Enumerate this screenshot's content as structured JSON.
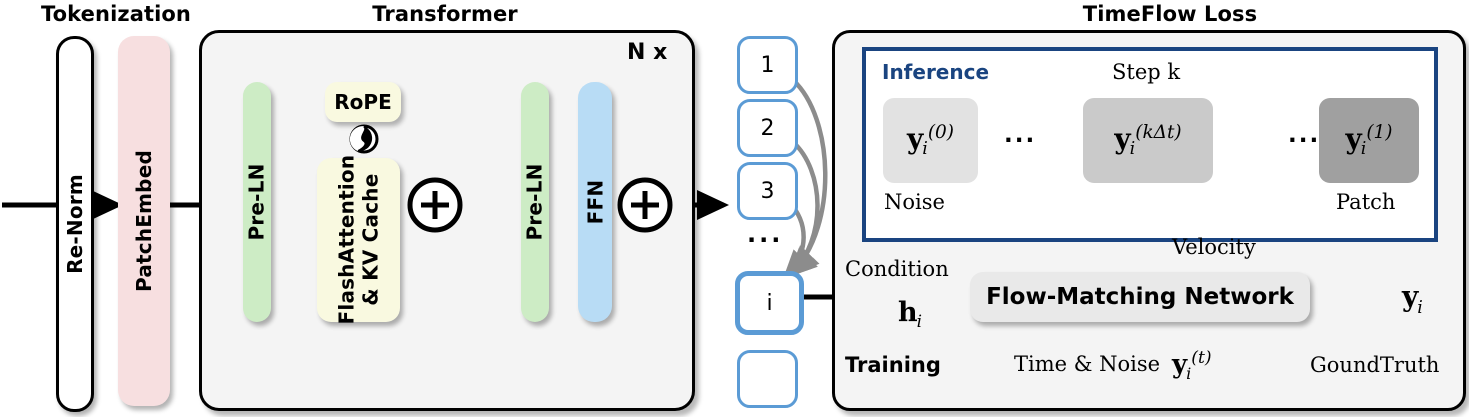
{
  "sections": {
    "tokenization": {
      "title": "Tokenization"
    },
    "transformer": {
      "title": "Transformer",
      "repeat_label": "N x"
    },
    "timeflow": {
      "title": "TimeFlow Loss"
    }
  },
  "tokenization": {
    "blocks": [
      {
        "label": "Re-Norm",
        "color": "#ffffff"
      },
      {
        "label": "PatchEmbed",
        "color": "#f7dfe0"
      }
    ]
  },
  "transformer": {
    "blocks": [
      {
        "label": "Pre-LN",
        "color": "#cdecc5"
      },
      {
        "label_line1": "FlashAttention",
        "label_line2": "& KV Cache",
        "color": "#f9f9e0"
      },
      {
        "label": "Pre-LN",
        "color": "#cdecc5"
      },
      {
        "label": "FFN",
        "color": "#b8dcf5"
      }
    ],
    "rope": {
      "label": "RoPE",
      "icon": "rotation-icon"
    },
    "adders": [
      "plus",
      "plus"
    ]
  },
  "tokens": {
    "items": [
      {
        "label": "1",
        "selected": false
      },
      {
        "label": "2",
        "selected": false
      },
      {
        "label": "3",
        "selected": false
      },
      {
        "label": "i",
        "selected": true
      },
      {
        "label": "",
        "selected": false
      }
    ],
    "ellipsis": "···",
    "border_color": "#5b9bd5"
  },
  "timeflow": {
    "inference": {
      "label": "Inference",
      "step_label": "Step k",
      "border_color": "#1a4480",
      "stages": [
        {
          "var": "y",
          "sub": "i",
          "sup": "(0)",
          "caption": "Noise",
          "fill": "#e2e2e2"
        },
        {
          "var": "y",
          "sub": "i",
          "sup": "(kΔt)",
          "caption": "",
          "fill": "#cacaca"
        },
        {
          "var": "y",
          "sub": "i",
          "sup": "(1)",
          "caption": "Patch",
          "fill": "#a0a0a0"
        }
      ],
      "ellipsis": "···"
    },
    "velocity_label": "Velocity",
    "condition_label": "Condition",
    "condition_var": {
      "var": "h",
      "sub": "i"
    },
    "training_label": "Training",
    "network_label": "Flow-Matching Network",
    "time_noise_label": "Time & Noise",
    "time_noise_var": {
      "var": "y",
      "sub": "i",
      "sup": "(t)"
    },
    "groundtruth_label": "GoundTruth",
    "groundtruth_var": {
      "var": "y",
      "sub": "i"
    },
    "accent_color": "#5b9bd5"
  }
}
